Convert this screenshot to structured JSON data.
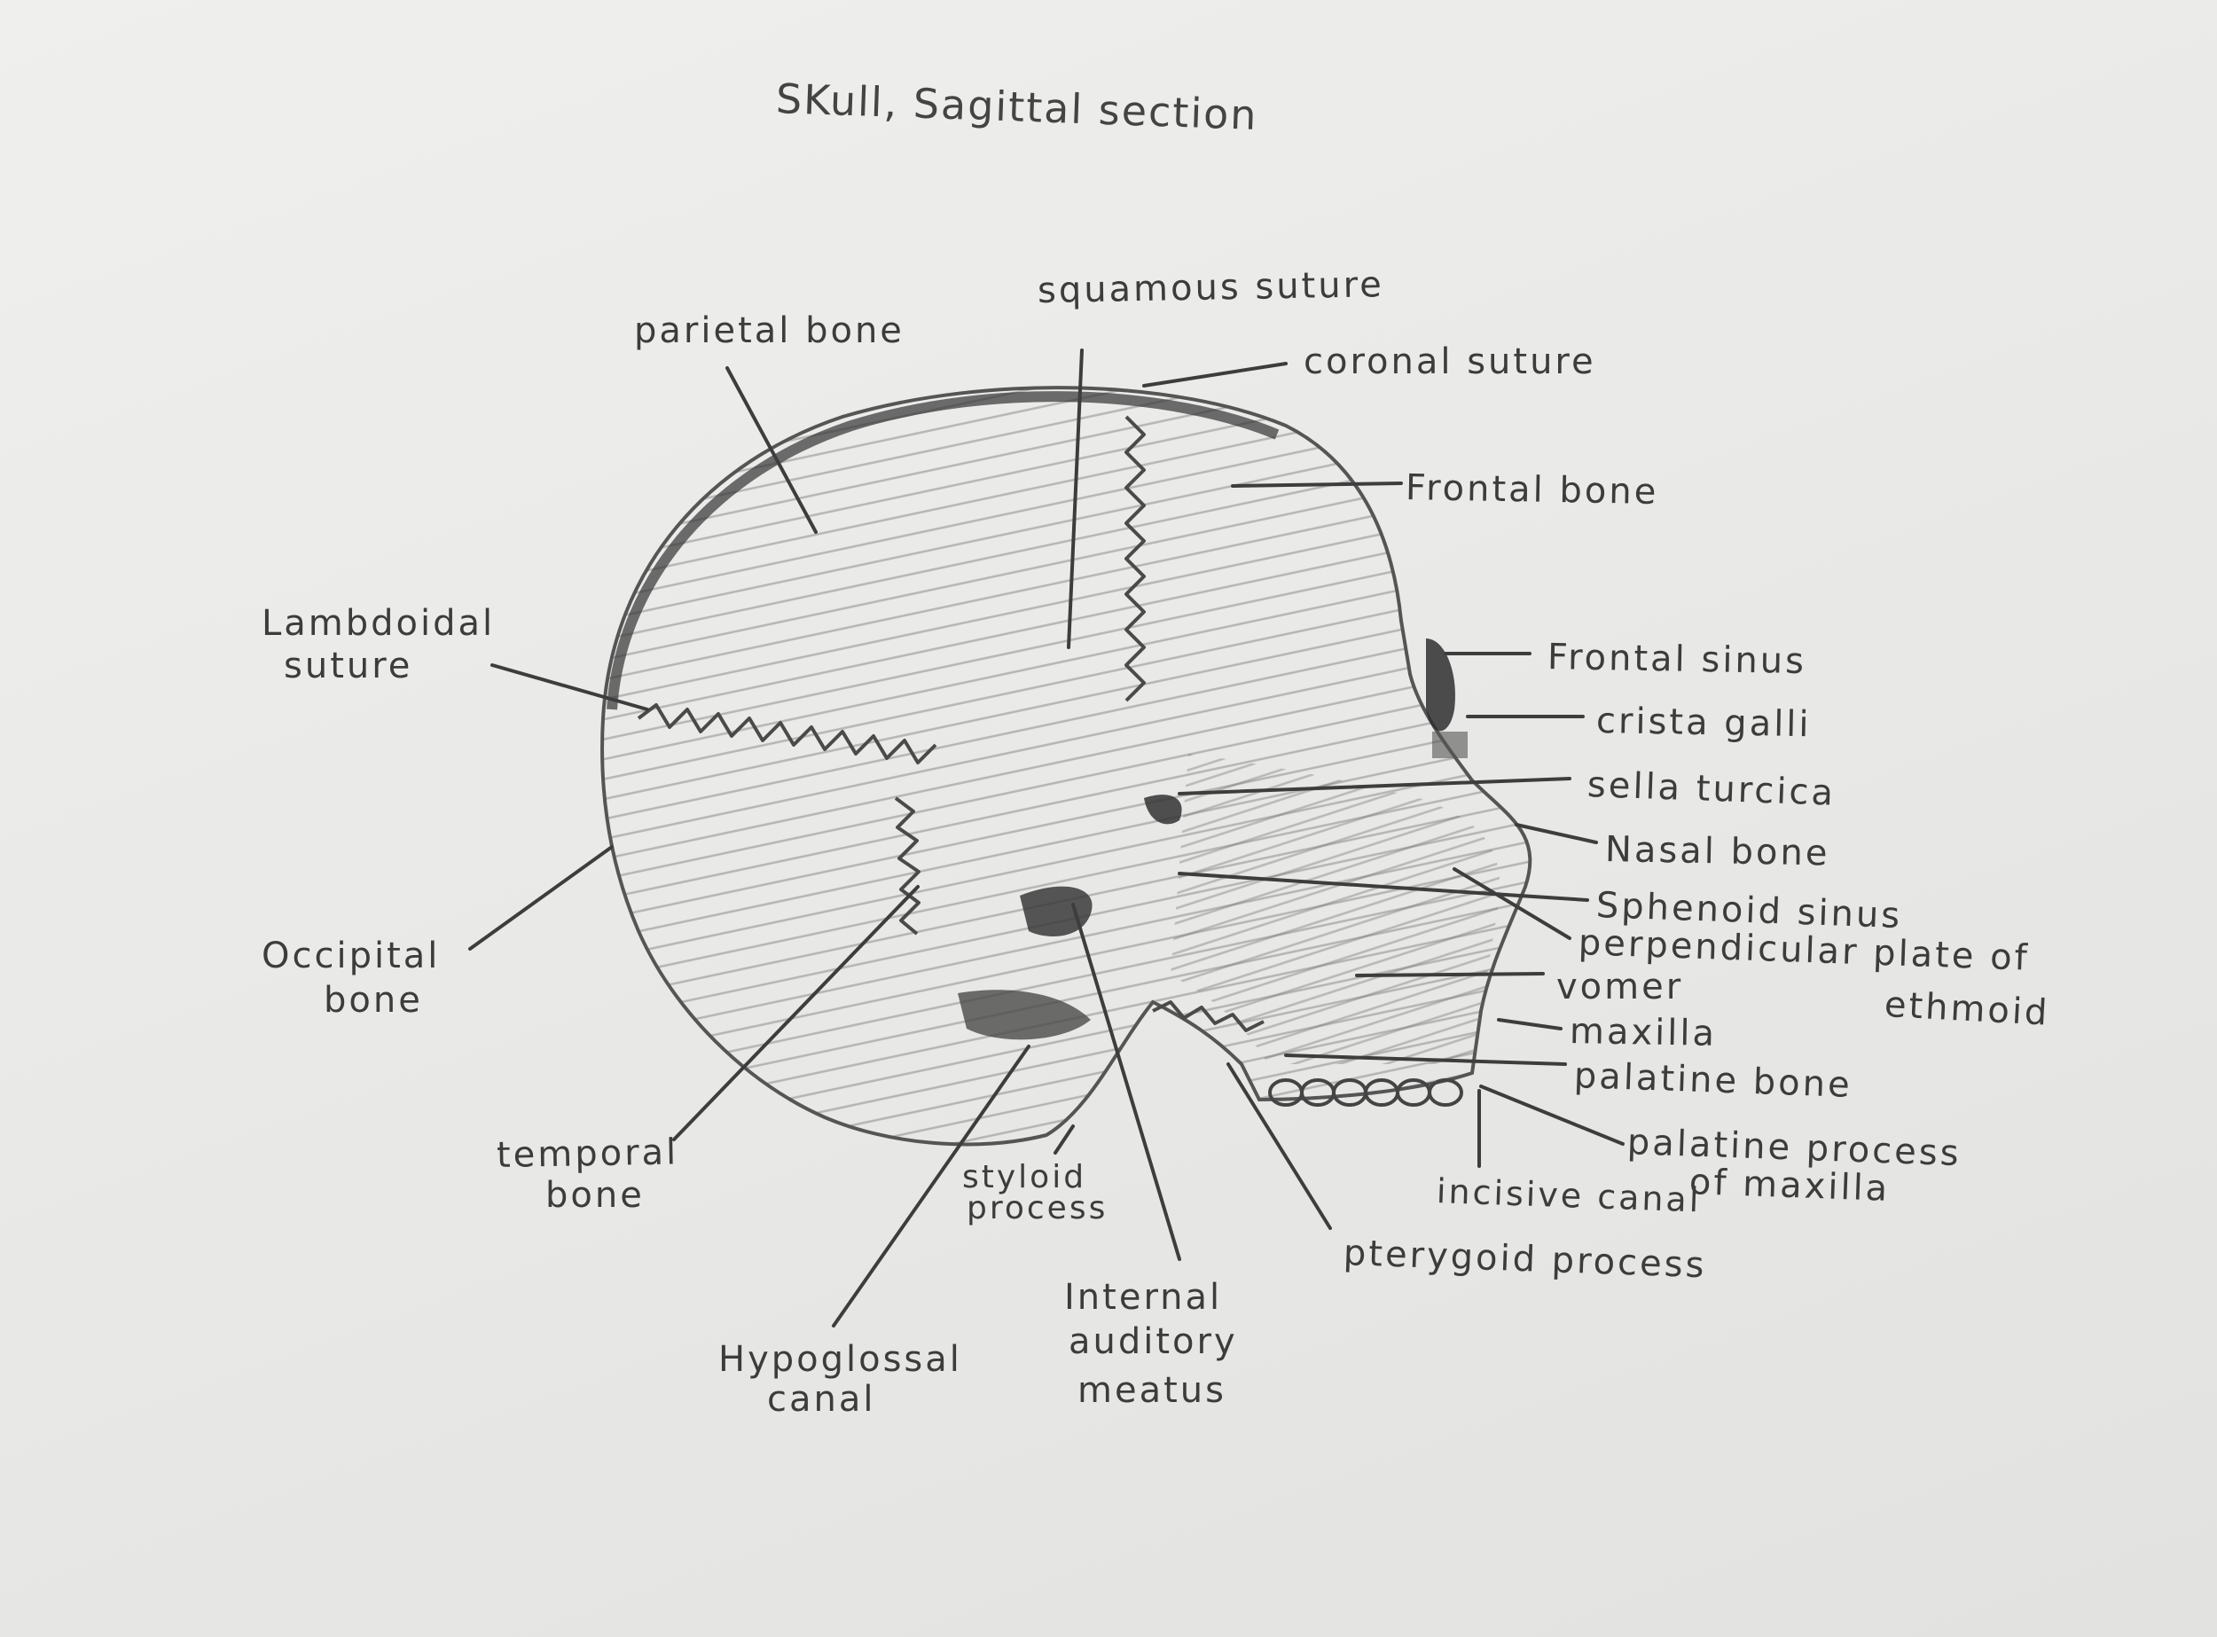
{
  "diagram": {
    "title": "SKull, Sagittal section",
    "labels": {
      "parietal_bone": "parietal bone",
      "squamous_suture": "squamous suture",
      "coronal_suture": "coronal suture",
      "frontal_bone": "Frontal bone",
      "lambdoidal_suture_1": "Lambdoidal",
      "lambdoidal_suture_2": "suture",
      "frontal_sinus": "Frontal sinus",
      "crista_galli": "crista galli",
      "sella_turcica": "sella turcica",
      "nasal_bone": "Nasal bone",
      "sphenoid_sinus": "Sphenoid sinus",
      "perpendicular_plate_1": "perpendicular plate of",
      "perpendicular_plate_2": "ethmoid",
      "vomer": "vomer",
      "maxilla": "maxilla",
      "occipital_bone_1": "Occipital",
      "occipital_bone_2": "bone",
      "palatine_bone": "palatine bone",
      "palatine_process_1": "palatine process",
      "palatine_process_2": "of maxilla",
      "temporal_bone_1": "temporal",
      "temporal_bone_2": "bone",
      "styloid_process_1": "styloid",
      "styloid_process_2": "process",
      "incisive_canal": "incisive canal",
      "pterygoid_process": "pterygoid process",
      "internal_auditory_meatus_1": "Internal",
      "internal_auditory_meatus_2": "auditory",
      "internal_auditory_meatus_3": "meatus",
      "hypoglossal_canal_1": "Hypoglossal",
      "hypoglossal_canal_2": "canal"
    }
  }
}
